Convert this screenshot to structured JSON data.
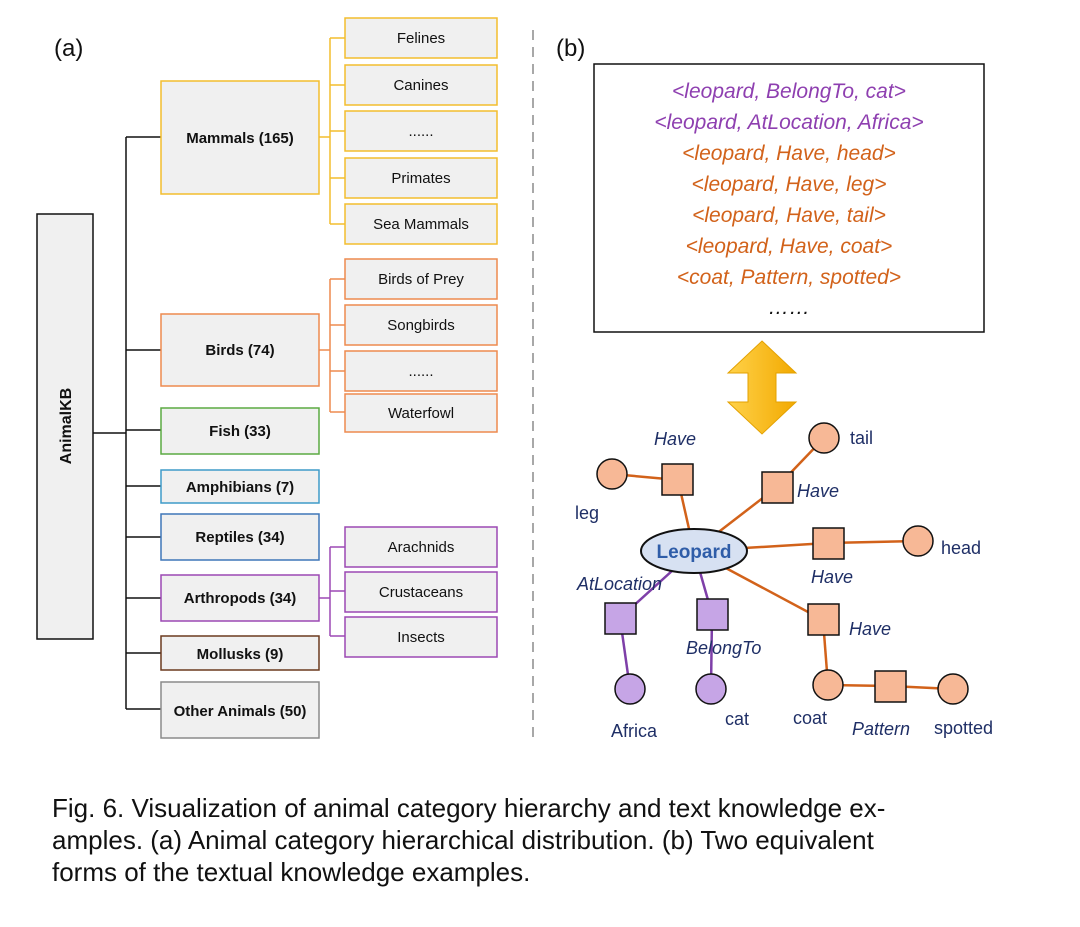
{
  "panel_a": {
    "label": "(a)",
    "root": "AnimalKB",
    "colors": {
      "Mammals": "#F3BD2E",
      "Birds": "#EE8A4F",
      "Fish": "#5BAA42",
      "Amphibians": "#3F9BC9",
      "Reptiles": "#3F77B8",
      "Arthropods": "#9C48B4",
      "Mollusks": "#6B3A1F",
      "Other": "#8A8A8A",
      "box_fill": "#F0F0F0"
    },
    "categories": [
      {
        "id": "mammals",
        "label": "Mammals (165)",
        "color_key": "Mammals",
        "children": [
          "Felines",
          "Canines",
          "......",
          "Primates",
          "Sea Mammals"
        ]
      },
      {
        "id": "birds",
        "label": "Birds (74)",
        "color_key": "Birds",
        "children": [
          "Birds of Prey",
          "Songbirds",
          "......",
          "Waterfowl"
        ]
      },
      {
        "id": "fish",
        "label": "Fish (33)",
        "color_key": "Fish",
        "children": []
      },
      {
        "id": "amphibians",
        "label": "Amphibians (7)",
        "color_key": "Amphibians",
        "children": []
      },
      {
        "id": "reptiles",
        "label": "Reptiles (34)",
        "color_key": "Reptiles",
        "children": []
      },
      {
        "id": "arthropods",
        "label": "Arthropods (34)",
        "color_key": "Arthropods",
        "children": [
          "Arachnids",
          "Crustaceans",
          "Insects"
        ]
      },
      {
        "id": "mollusks",
        "label": "Mollusks (9)",
        "color_key": "Mollusks",
        "children": []
      },
      {
        "id": "other",
        "label": "Other Animals (50)",
        "color_key": "Other",
        "children": []
      }
    ]
  },
  "panel_b": {
    "label": "(b)",
    "triples": [
      {
        "text": "<leopard, BelongTo, cat>",
        "color": "#8E3FB0"
      },
      {
        "text": "<leopard, AtLocation, Africa>",
        "color": "#8E3FB0"
      },
      {
        "text": "<leopard, Have, head>",
        "color": "#D2621A"
      },
      {
        "text": "<leopard, Have, leg>",
        "color": "#D2621A"
      },
      {
        "text": "<leopard, Have, tail>",
        "color": "#D2621A"
      },
      {
        "text": "<leopard, Have, coat>",
        "color": "#D2621A"
      },
      {
        "text": "<coat, Pattern, spotted>",
        "color": "#D2621A"
      },
      {
        "text": "……",
        "color": "#111111"
      }
    ],
    "arrow_color": "#F6B400",
    "graph": {
      "center": "Leopard",
      "colors": {
        "orange_fill": "#F7B896",
        "orange_line": "#D2621A",
        "purple_fill": "#C6A5E6",
        "purple_line": "#7E3FA8",
        "center_fill": "#D7E1F2",
        "center_text": "#2F5DA8",
        "rel_text": "#1F2F66"
      },
      "relations": [
        "Have",
        "Have",
        "Have",
        "Have",
        "AtLocation",
        "BelongTo",
        "Pattern"
      ],
      "nodes": [
        "leg",
        "tail",
        "head",
        "coat",
        "spotted",
        "Africa",
        "cat"
      ]
    }
  },
  "caption": {
    "line1": "Fig. 6. Visualization of animal category hierarchy and text knowledge ex-",
    "line2": "amples. (a) Animal category hierarchical distribution. (b) Two equivalent",
    "line3": "forms of the textual knowledge examples."
  }
}
